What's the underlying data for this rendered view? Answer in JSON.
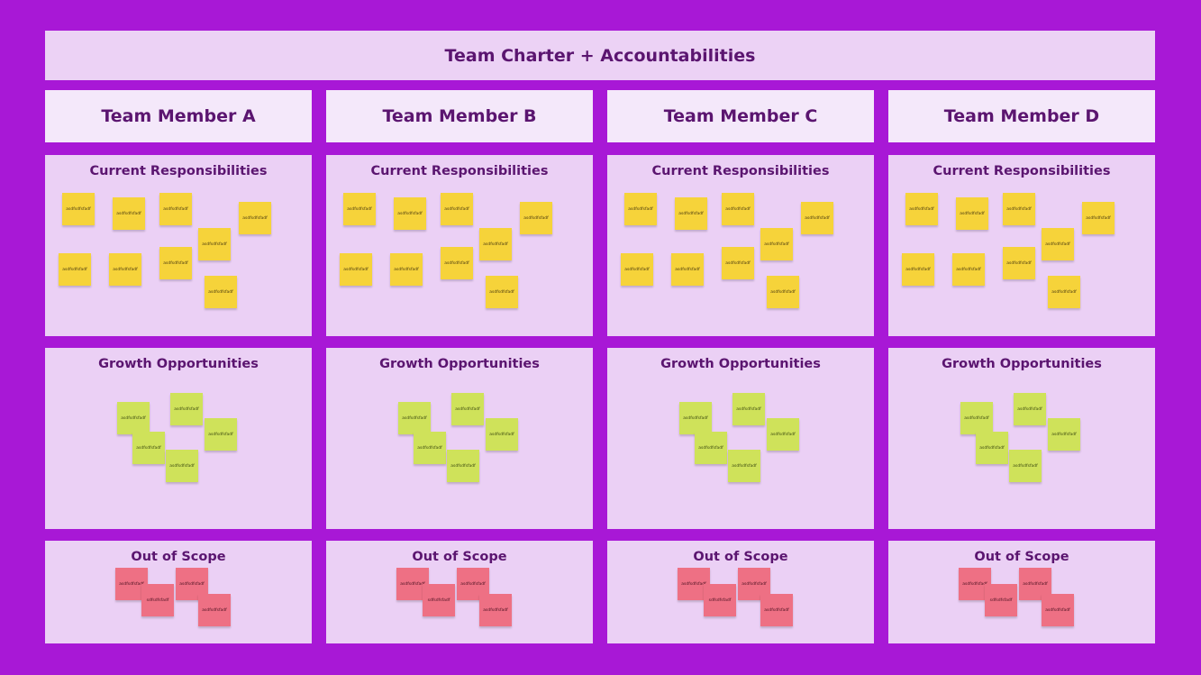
{
  "title": "Team Charter + Accountabilities",
  "colors": {
    "background": "#a818d6",
    "panel": "#ebd0f5",
    "header": "#f4e8fa",
    "text": "#5b1570",
    "sticky_yellow": "#f6d33a",
    "sticky_green": "#cfe25a",
    "sticky_red": "#ee7084"
  },
  "members": [
    {
      "name": "Team Member A",
      "current_title": "Current Responsibilities",
      "growth_title": "Growth Opportunities",
      "scope_title": "Out of Scope",
      "current": [
        "asdfsdfsfadf",
        "asdfsdfsfadf",
        "asdfsdfsfadf",
        "asdfsdfsfadf",
        "asdfsdfsfadf",
        "asdfsdfsfadf",
        "asdfsdfsfadf",
        "asdfsdfsfadf",
        "asdfsdfsfadf"
      ],
      "growth": [
        "asdfsdfsfadf",
        "asdfsdfsfadf",
        "asdfsdfsfadf",
        "asdfsdfsfadf",
        "asdfsdfsfadf"
      ],
      "scope": [
        "asdfsdfsfadf",
        "sdfsdfsfadf",
        "asdfsdfsfadf",
        "asdfsdfsfadf"
      ]
    },
    {
      "name": "Team Member B",
      "current_title": "Current Responsibilities",
      "growth_title": "Growth Opportunities",
      "scope_title": "Out of Scope",
      "current": [
        "asdfsdfsfadf",
        "asdfsdfsfadf",
        "asdfsdfsfadf",
        "asdfsdfsfadf",
        "asdfsdfsfadf",
        "asdfsdfsfadf",
        "asdfsdfsfadf",
        "asdfsdfsfadf",
        "asdfsdfsfadf"
      ],
      "growth": [
        "asdfsdfsfadf",
        "asdfsdfsfadf",
        "asdfsdfsfadf",
        "asdfsdfsfadf",
        "asdfsdfsfadf"
      ],
      "scope": [
        "asdfsdfsfadf",
        "sdfsdfsfadf",
        "asdfsdfsfadf",
        "asdfsdfsfadf"
      ]
    },
    {
      "name": "Team Member C",
      "current_title": "Current Responsibilities",
      "growth_title": "Growth Opportunities",
      "scope_title": "Out of Scope",
      "current": [
        "asdfsdfsfadf",
        "asdfsdfsfadf",
        "asdfsdfsfadf",
        "asdfsdfsfadf",
        "asdfsdfsfadf",
        "asdfsdfsfadf",
        "asdfsdfsfadf",
        "asdfsdfsfadf",
        "asdfsdfsfadf"
      ],
      "growth": [
        "asdfsdfsfadf",
        "asdfsdfsfadf",
        "asdfsdfsfadf",
        "asdfsdfsfadf",
        "asdfsdfsfadf"
      ],
      "scope": [
        "asdfsdfsfadf",
        "sdfsdfsfadf",
        "asdfsdfsfadf",
        "asdfsdfsfadf"
      ]
    },
    {
      "name": "Team Member D",
      "current_title": "Current Responsibilities",
      "growth_title": "Growth Opportunities",
      "scope_title": "Out of Scope",
      "current": [
        "asdfsdfsfadf",
        "asdfsdfsfadf",
        "asdfsdfsfadf",
        "asdfsdfsfadf",
        "asdfsdfsfadf",
        "asdfsdfsfadf",
        "asdfsdfsfadf",
        "asdfsdfsfadf",
        "asdfsdfsfadf"
      ],
      "growth": [
        "asdfsdfsfadf",
        "asdfsdfsfadf",
        "asdfsdfsfadf",
        "asdfsdfsfadf",
        "asdfsdfsfadf"
      ],
      "scope": [
        "asdfsdfsfadf",
        "sdfsdfsfadf",
        "asdfsdfsfadf",
        "asdfsdfsfadf"
      ]
    }
  ]
}
